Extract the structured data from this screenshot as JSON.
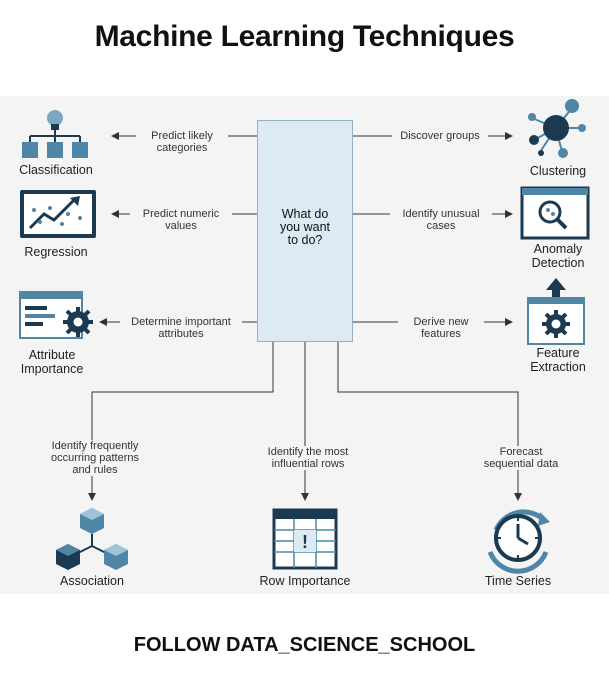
{
  "title": "Machine Learning Techniques",
  "footer": "FOLLOW DATA_SCIENCE_SCHOOL",
  "center": {
    "line1": "What do",
    "line2": "you want",
    "line3": "to do?"
  },
  "colors": {
    "icon_dark": "#1b3a52",
    "icon_light": "#4f86a6",
    "box_fill": "#dbeaf3",
    "box_stroke": "#8fb2c8",
    "line": "#333333"
  },
  "techniques": {
    "classification": {
      "name": "Classification",
      "action1": "Predict likely",
      "action2": "categories",
      "icon": "hierarchy-icon"
    },
    "regression": {
      "name": "Regression",
      "action1": "Predict numeric",
      "action2": "values",
      "icon": "trend-chart-icon"
    },
    "attribute_importance": {
      "name1": "Attribute",
      "name2": "Importance",
      "action1": "Determine important",
      "action2": "attributes",
      "icon": "window-gear-icon"
    },
    "clustering": {
      "name": "Clustering",
      "action1": "Discover groups",
      "icon": "network-nodes-icon"
    },
    "anomaly_detection": {
      "name1": "Anomaly",
      "name2": "Detection",
      "action1": "Identify unusual",
      "action2": "cases",
      "icon": "magnifier-window-icon"
    },
    "feature_extraction": {
      "name1": "Feature",
      "name2": "Extraction",
      "action1": "Derive new",
      "action2": "features",
      "icon": "gear-upload-icon"
    },
    "association": {
      "name": "Association",
      "action1": "Identify frequently",
      "action2": "occurring patterns",
      "action3": "and rules",
      "icon": "cubes-icon"
    },
    "row_importance": {
      "name": "Row Importance",
      "action1": "Identify the most",
      "action2": "influential rows",
      "icon": "table-alert-icon"
    },
    "time_series": {
      "name": "Time Series",
      "action1": "Forecast",
      "action2": "sequential data",
      "icon": "clock-icon"
    }
  }
}
